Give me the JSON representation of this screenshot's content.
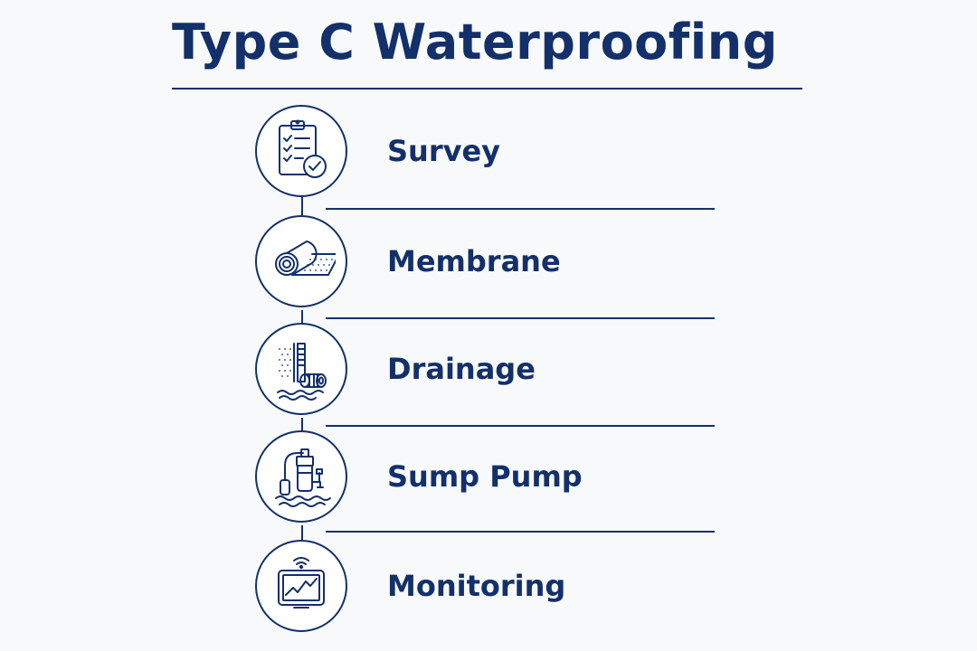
{
  "title": "Type C Waterproofing",
  "steps": [
    {
      "label": "Survey",
      "icon": "clipboard-check-icon"
    },
    {
      "label": "Membrane",
      "icon": "membrane-roll-icon"
    },
    {
      "label": "Drainage",
      "icon": "drainage-channel-icon"
    },
    {
      "label": "Sump Pump",
      "icon": "sump-pump-icon"
    },
    {
      "label": "Monitoring",
      "icon": "monitoring-screen-icon"
    }
  ],
  "colors": {
    "primary": "#13306b",
    "background": "#f8f9fa"
  }
}
